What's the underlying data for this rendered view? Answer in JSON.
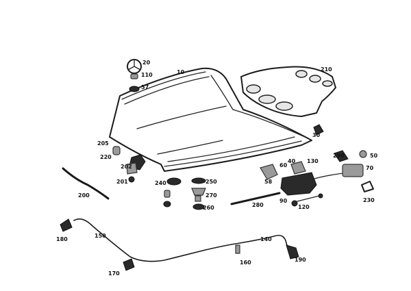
{
  "callouts": {
    "c10": "10",
    "c20": "20",
    "c30": "30",
    "c40": "40",
    "c50": "50",
    "c57": "57",
    "c58": "58",
    "c60": "60",
    "c70": "70",
    "c90": "90",
    "c110": "110",
    "c120": "120",
    "c130": "130",
    "c140": "140",
    "c150": "150",
    "c160": "160",
    "c170": "170",
    "c180": "180",
    "c190": "190",
    "c200": "200",
    "c201": "201",
    "c202": "202",
    "c205": "205",
    "c210": "210",
    "c220": "220",
    "c230": "230",
    "c240": "240",
    "c250": "250",
    "c260": "260",
    "c270": "270",
    "c280": "280",
    "c290": "290"
  }
}
